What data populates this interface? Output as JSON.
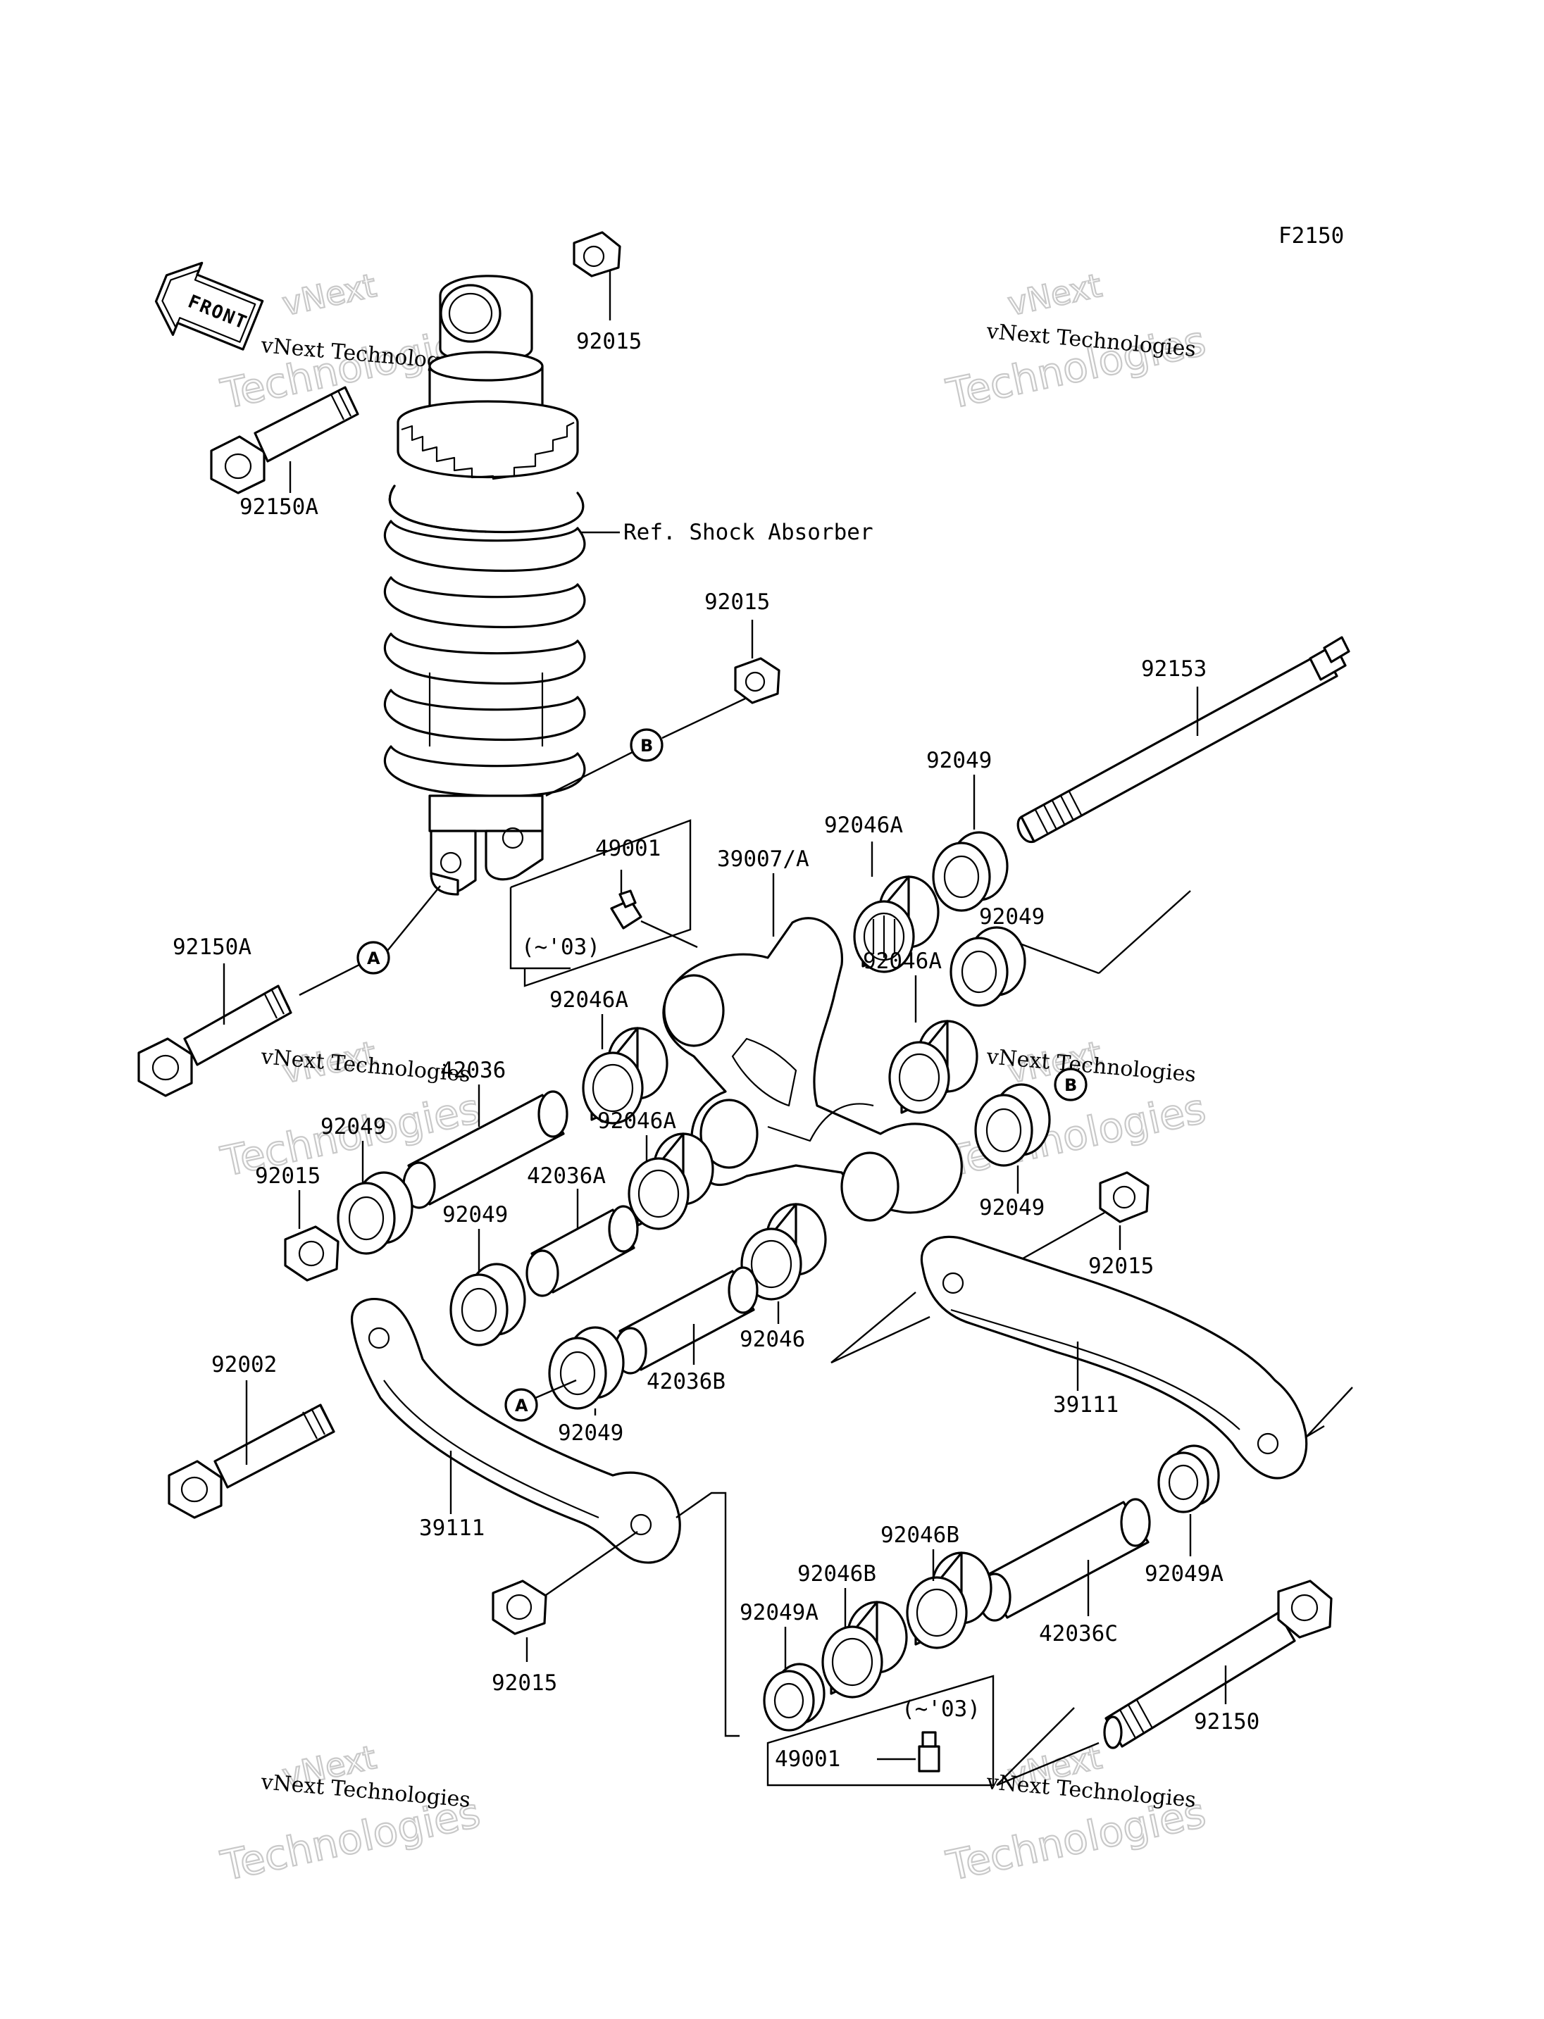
{
  "figure_code": "F2150",
  "front_label": "FRONT",
  "reference_label": "Ref. Shock Absorber",
  "watermark": {
    "line1": "vNext Technologies",
    "line2": "Technologies",
    "line3": "vNext"
  },
  "markers": {
    "a": "A",
    "b": "B"
  },
  "parts": {
    "p92015_top": "92015",
    "p92150A_top": "92150A",
    "p92015_mid": "92015",
    "p92153": "92153",
    "p92049_top": "92049",
    "p92046A_1": "92046A",
    "p49001_top": "49001",
    "p03_top": "(~'03)",
    "p39007A": "39007/A",
    "p92049_2": "92049",
    "p92046A_2": "92046A",
    "p92150A_left": "92150A",
    "p92046A_3": "92046A",
    "p42036": "42036",
    "p92049_3": "92049",
    "p92046A_4": "92046A",
    "p92015_left": "92015",
    "p42036A": "42036A",
    "p92049_4": "92049",
    "p92049_right": "92049",
    "p92015_right": "92015",
    "p92046": "92046",
    "p42036B": "42036B",
    "p92002": "92002",
    "p92049_5": "92049",
    "p39111_right": "39111",
    "p39111_left": "39111",
    "p92046B_1": "92046B",
    "p92049A_right": "92049A",
    "p92046B_2": "92046B",
    "p42036C": "42036C",
    "p92049A_left": "92049A",
    "p92015_bottom": "92015",
    "p03_bottom": "(~'03)",
    "p49001_bottom": "49001",
    "p92150": "92150"
  }
}
